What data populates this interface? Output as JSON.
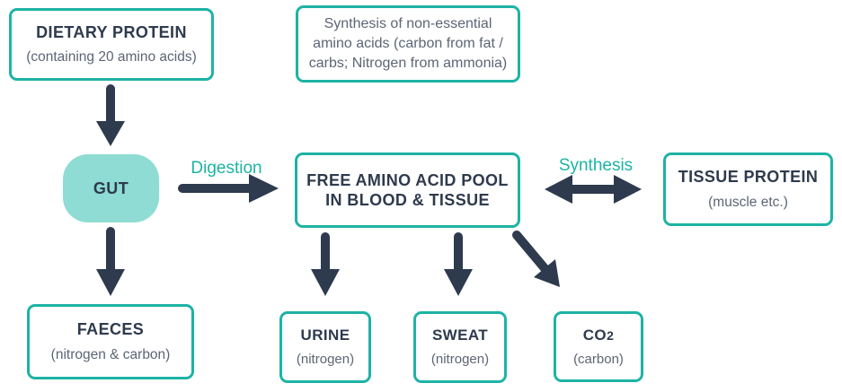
{
  "colors": {
    "teal_border": "#1db3a5",
    "teal_fill": "#8edcd3",
    "navy": "#2e3a4d",
    "subtitle_gray": "#5c6575"
  },
  "nodes": {
    "dietary_protein": {
      "title": "DIETARY PROTEIN",
      "subtitle": "(containing 20 amino acids)"
    },
    "synthesis_note": {
      "text": "Synthesis of non-essential amino acids (carbon from fat / carbs; Nitrogen from ammonia)"
    },
    "gut": {
      "title": "GUT"
    },
    "free_pool": {
      "line1": "FREE AMINO ACID POOL",
      "line2": "IN BLOOD & TISSUE"
    },
    "tissue_protein": {
      "title": "TISSUE PROTEIN",
      "subtitle": "(muscle etc.)"
    },
    "faeces": {
      "title": "FAECES",
      "subtitle": "(nitrogen & carbon)"
    },
    "urine": {
      "title": "URINE",
      "subtitle": "(nitrogen)"
    },
    "sweat": {
      "title": "SWEAT",
      "subtitle": "(nitrogen)"
    },
    "co2": {
      "title_main": "CO",
      "title_sub": "2",
      "subtitle": "(carbon)"
    }
  },
  "labels": {
    "digestion": "Digestion",
    "synthesis": "Synthesis"
  },
  "edges": [
    {
      "from": "dietary_protein",
      "to": "gut",
      "label": ""
    },
    {
      "from": "gut",
      "to": "free_pool",
      "label": "Digestion"
    },
    {
      "from": "gut",
      "to": "faeces",
      "label": ""
    },
    {
      "from": "free_pool",
      "to": "urine",
      "label": ""
    },
    {
      "from": "free_pool",
      "to": "sweat",
      "label": ""
    },
    {
      "from": "free_pool",
      "to": "co2",
      "label": ""
    },
    {
      "from": "free_pool",
      "to": "tissue_protein",
      "label": "Synthesis",
      "bidirectional": true
    }
  ]
}
